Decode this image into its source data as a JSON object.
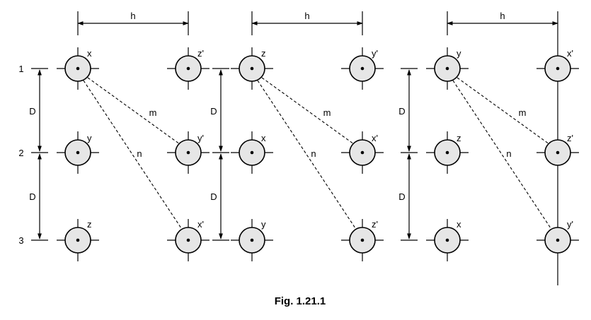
{
  "caption": "Fig. 1.21.1",
  "row_labels": [
    "1",
    "2",
    "3"
  ],
  "spacing_labels": {
    "horizontal": "h",
    "vertical": "D",
    "diagonal_near": "m",
    "diagonal_far": "n"
  },
  "panels": [
    {
      "left": [
        "x",
        "y",
        "z"
      ],
      "right": [
        "z'",
        "y'",
        "x'"
      ]
    },
    {
      "left": [
        "z",
        "x",
        "y"
      ],
      "right": [
        "y'",
        "x'",
        "z'"
      ]
    },
    {
      "left": [
        "y",
        "z",
        "x"
      ],
      "right": [
        "x'",
        "z'",
        "y'"
      ]
    }
  ]
}
